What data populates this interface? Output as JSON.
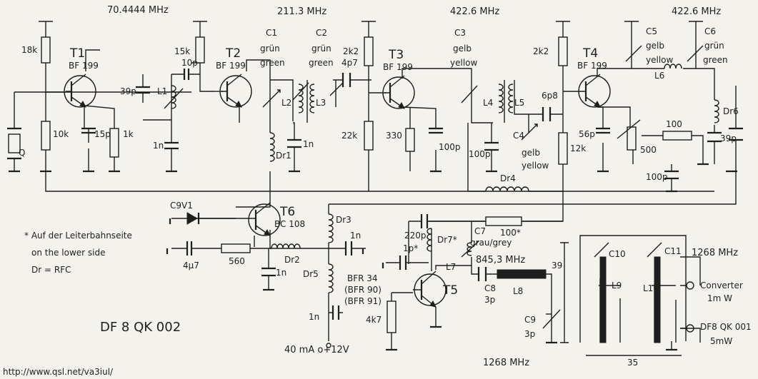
{
  "frequencies": {
    "f1": "70.4444 MHz",
    "f2": "211.3 MHz",
    "f3": "422.6 MHz",
    "f4": "422.6 MHz",
    "f5": "1268 MHz",
    "f6": "845,3 MHz",
    "f7": "1268 MHz"
  },
  "transistors": {
    "t1": {
      "name": "T1",
      "type": "BF 199"
    },
    "t2": {
      "name": "T2",
      "type": "BF 199"
    },
    "t3": {
      "name": "T3",
      "type": "BF 199"
    },
    "t4": {
      "name": "T4",
      "type": "BF 199"
    },
    "t5": {
      "name": "T5",
      "type1": "BFR 34",
      "type2": "(BFR 90)",
      "type3": "(BFR 91)"
    },
    "t6": {
      "name": "T6",
      "type": "BC 108"
    }
  },
  "components": {
    "r18k": "18k",
    "r10k": "10k",
    "r15k": "15k",
    "c10p": "10p",
    "c39p": "39p",
    "l1": "L1",
    "c1n_a": "1n",
    "c15p": "15p",
    "r1k": "1k",
    "quartz": "Q",
    "c1": {
      "name": "C1",
      "color1": "grün",
      "color2": "green"
    },
    "c2": {
      "name": "C2",
      "color1": "grün",
      "color2": "green"
    },
    "c3": {
      "name": "C3",
      "color1": "gelb",
      "color2": "yellow"
    },
    "c4": {
      "name": "C4",
      "color1": "gelb",
      "color2": "yellow"
    },
    "c5": {
      "name": "C5",
      "color1": "gelb",
      "color2": "yellow"
    },
    "c6": {
      "name": "C6",
      "color1": "grün",
      "color2": "green"
    },
    "l2": "L2",
    "l3": "L3",
    "c1n_b": "1n",
    "dr1": "Dr1",
    "r2k2_a": "2k2",
    "c4p7": "4p7",
    "r22k": "22k",
    "r330": "330",
    "c100p_a": "100p",
    "l4": "L4",
    "l5": "L5",
    "c100p_b": "100p",
    "c6p8": "6p8",
    "r2k2_b": "2k2",
    "r12k": "12k",
    "c56p": "56p",
    "r500": "500",
    "r100": "100",
    "l6": "L6",
    "dr6": "Dr6",
    "c39p_b": "39p",
    "c100p_c": "100p",
    "dr4": "Dr4",
    "d9v1": "C9V1",
    "c4u7": "4µ7",
    "r560": "560",
    "dr2": "Dr2",
    "c1n_c": "1n",
    "dr3": "Dr3",
    "c1n_d": "1n",
    "dr5": "Dr5",
    "c1n_e": "1n",
    "c220p": "220p",
    "r100s": "100*",
    "dr7": "Dr7*",
    "c7": {
      "name": "C7",
      "color": "grau/grey"
    },
    "c1p": "1p*",
    "l7": "L7",
    "c8": {
      "name": "C8",
      "value": "3p"
    },
    "l8": "L8",
    "r4k7": "4k7",
    "c9": {
      "name": "C9",
      "value": "3p"
    },
    "c10": "C10",
    "c11": "C11",
    "l9": "L9",
    "l10": "L10",
    "dim39": "39",
    "dim35": "35"
  },
  "outputs": {
    "o1": {
      "label": "Converter",
      "power": "1m W"
    },
    "o2": {
      "label": "DF8 QK 001",
      "power": "5mW"
    }
  },
  "notes": {
    "n1": "* Auf der Leiterbahnseite",
    "n2": "on the lower side",
    "n3": "Dr = RFC"
  },
  "supply": "40 mA o+12V",
  "title": "DF 8 QK  002",
  "url": "http://www.qsl.net/va3iul/"
}
